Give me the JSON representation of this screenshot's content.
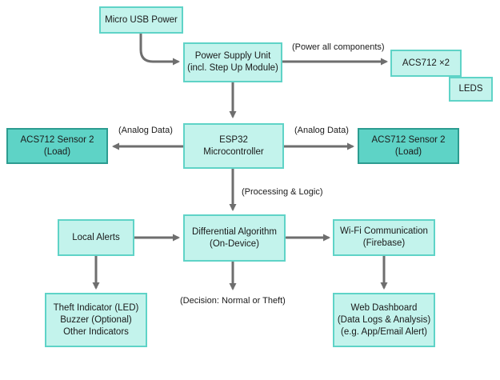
{
  "nodes": {
    "micro_usb": [
      "Micro USB Power"
    ],
    "psu": [
      "Power Supply Unit",
      "(incl. Step Up Module)"
    ],
    "acs_x2": [
      "ACS712 ×2"
    ],
    "leds": [
      "LEDS"
    ],
    "esp32": [
      "ESP32",
      "Microcontroller"
    ],
    "sensor_left": [
      "ACS712 Sensor 2",
      "(Load)"
    ],
    "sensor_right": [
      "ACS712 Sensor 2",
      "(Load)"
    ],
    "local_alerts": [
      "Local Alerts"
    ],
    "algorithm": [
      "Differential Algorithm",
      "(On-Device)"
    ],
    "wifi": [
      "Wi-Fi Communication",
      "(Firebase)"
    ],
    "theft": [
      "Theft Indicator (LED)",
      "Buzzer (Optional)",
      "Other Indicators"
    ],
    "dashboard": [
      "Web Dashboard",
      "(Data Logs & Analysis)",
      "(e.g. App/Email Alert)"
    ]
  },
  "edge_labels": {
    "power_all": "(Power all components)",
    "analog_left": "(Analog Data)",
    "analog_right": "(Analog Data)",
    "processing": "(Processing & Logic)",
    "decision": "(Decision: Normal or Theft)"
  },
  "colors": {
    "box_fill": "#c3f3ec",
    "box_border": "#5fd3c7",
    "box_fill_dark": "#5ed3c6",
    "box_border_dark": "#2c9c90",
    "arrow": "#6e6e6e"
  }
}
